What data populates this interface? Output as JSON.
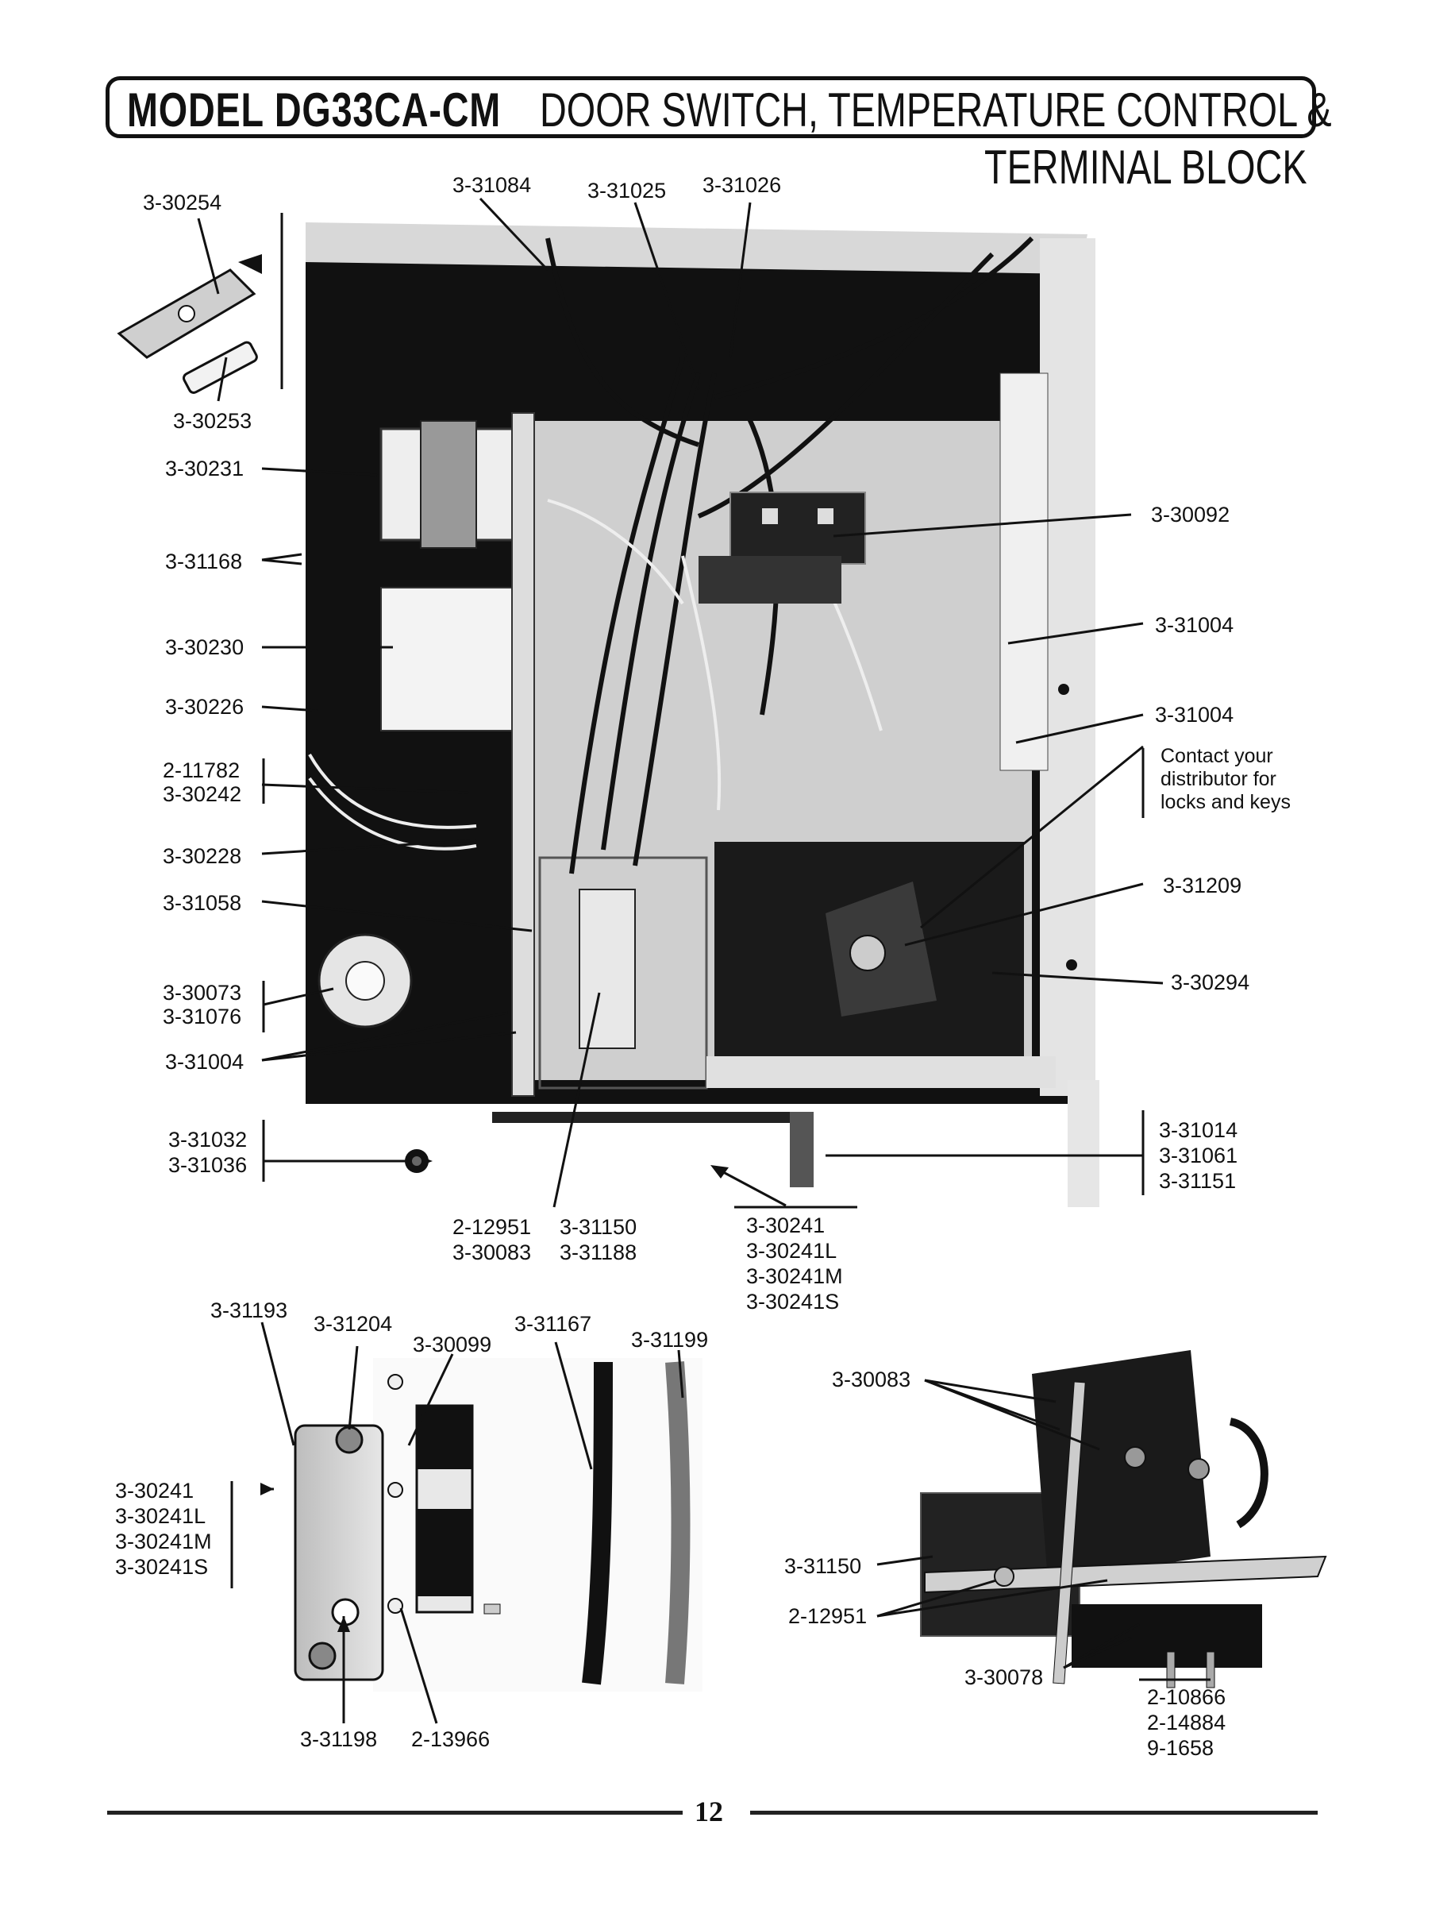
{
  "header": {
    "model": "MODEL DG33CA-CM",
    "section_line1": "DOOR SWITCH, TEMPERATURE CONTROL &",
    "section_line2": "TERMINAL BLOCK"
  },
  "labels": {
    "p30254": "3-30254",
    "p31084": "3-31084",
    "p31025": "3-31025",
    "p31026": "3-31026",
    "p30253": "3-30253",
    "p30231": "3-30231",
    "p31168": "3-31168",
    "p30230": "3-30230",
    "p30226": "3-30226",
    "p11782": "2-11782",
    "p30242": "3-30242",
    "p30228": "3-30228",
    "p31058": "3-31058",
    "p30073": "3-30073",
    "p31076": "3-31076",
    "p31004a": "3-31004",
    "p31032": "3-31032",
    "p31036": "3-31036",
    "p30092": "3-30092",
    "p31004b": "3-31004",
    "p31004c": "3-31004",
    "contact1": "Contact your",
    "contact2": "distributor for",
    "contact3": "locks and keys",
    "p31209": "3-31209",
    "p30294": "3-30294",
    "p31014": "3-31014",
    "p31061": "3-31061",
    "p31151": "3-31151",
    "p12951a": "2-12951",
    "p31150a": "3-31150",
    "p30083a": "3-30083",
    "p31188": "3-31188",
    "p30241a": "3-30241",
    "p30241La": "3-30241L",
    "p30241Ma": "3-30241M",
    "p30241Sa": "3-30241S",
    "p31193": "3-31193",
    "p31204": "3-31204",
    "p30099": "3-30099",
    "p31167": "3-31167",
    "p31199": "3-31199",
    "p30241b": "3-30241",
    "p30241Lb": "3-30241L",
    "p30241Mb": "3-30241M",
    "p30241Sb": "3-30241S",
    "p31198": "3-31198",
    "p13966": "2-13966",
    "p30083b": "3-30083",
    "p31150b": "3-31150",
    "p12951b": "2-12951",
    "p30078": "3-30078",
    "p10866": "2-10866",
    "p14884": "2-14884",
    "p9_1658": "9-1658"
  },
  "page_number": "12"
}
